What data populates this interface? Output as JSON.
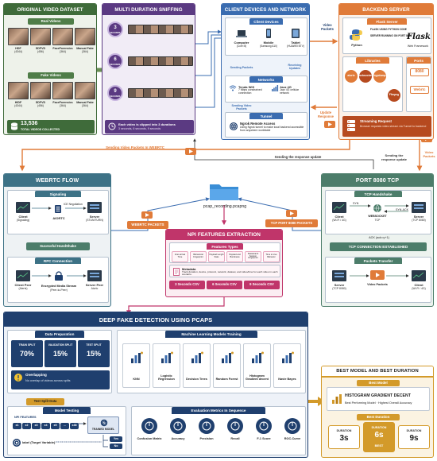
{
  "panels": {
    "dataset": {
      "title": "ORIGINAL VIDEO DATASET",
      "real_label": "Real Videos",
      "fake_label": "Fake Videos",
      "real_items": [
        {
          "name": "HDF",
          "count": "(4344)"
        },
        {
          "name": "SDFVD",
          "count": "(456)"
        },
        {
          "name": "FaceForensics",
          "count": "(364)"
        },
        {
          "name": "Manual Fake",
          "count": "(364)"
        }
      ],
      "fake_items": [
        {
          "name": "HIDF",
          "count": "(4344)"
        },
        {
          "name": "SDFVD",
          "count": "(456)"
        },
        {
          "name": "FaceForensics",
          "count": "(364)"
        },
        {
          "name": "Manual Fake",
          "count": "(364)"
        }
      ],
      "total_value": "13,536",
      "total_label": "TOTAL VIDEOS COLLECTED"
    },
    "sniffing": {
      "title": "MULTI DURATION SNIFFING",
      "durations": [
        {
          "num": "3",
          "unit": "SECONDS"
        },
        {
          "num": "6",
          "unit": "SECONDS"
        },
        {
          "num": "9",
          "unit": "SECONDS"
        }
      ],
      "note_line1": "Each video is clipped into 3 durations",
      "note_line2": "3 seconds, 6 seconds, 9 seconds"
    },
    "client": {
      "title": "CLIENT DEVICES AND NETWORK",
      "devices_title": "Client Devices",
      "devices": [
        {
          "name": "Computer",
          "detail": "(Core i5)"
        },
        {
          "name": "Mobile",
          "detail": "(Samsung A10)"
        },
        {
          "name": "Tablet",
          "detail": "(HUAWEI BTV)"
        }
      ],
      "sending_packets": "Sending Packets",
      "receiving_packets": "Receiving Updates",
      "networks_title": "Networks",
      "wifi_name": "Tenda Wifi",
      "wifi_detail": "7 Mbps constrained connection",
      "jazz_name": "Jazz 4G",
      "jazz_detail": "Jazz 4G cellular network",
      "sending_video": "Sending Video Packets",
      "receiving_video": "Sending Video Packets",
      "tunnel_title": "Tunnel",
      "ngrok_title": "Ngrok Remote Access",
      "ngrok_detail": "Using Ngrok tunnel to make local backend accessible from anywhere worldwide"
    },
    "backend": {
      "title": "BACKEND SERVER",
      "flask_title": "Flask Server",
      "flask_line1": "FLASK USING PYTHON CODE",
      "flask_line2": "SERVER RUNNING ON PORT 8080",
      "python_label": "Python",
      "web_label": "Web Framework",
      "libraries_title": "Libraries",
      "libraries": [
        "aiortc",
        "websocket",
        "bypdump",
        "Ffmpeg"
      ],
      "ports_title": "Ports",
      "port_value": "8080",
      "webrtc_label": "Webrtc",
      "streaming_title": "Streaming Request",
      "streaming_detail": "Browser requests video stream via Tunnel to backend"
    },
    "webrtc": {
      "title": "WEBRTC FLOW",
      "signaling_title": "Signaling",
      "client_label": "Client",
      "client_detail": "(Signaling)",
      "server_label": "Server",
      "server_detail": "(STUN/TURN)",
      "ice_label": "ICE Negotiation",
      "aiortc_label": "AIORTC",
      "handshake_label": "Sucessful HandShake",
      "rpc_title": "RPC Connection",
      "client_peer": "Client Peer",
      "client_peer_detail": "(Alerts)",
      "server_peer": "Server Peer",
      "server_peer_detail": "Aiortc",
      "stream_label": "Encrypted Media Stream",
      "stream_detail": "(Peer-to-Peer)"
    },
    "pcap": {
      "file_label": "pcap_recording.pcapng",
      "webrtc_packets": "WEBRTC PACKETS",
      "tcp_packets": "TCP PORT 8080 PACKETS"
    },
    "npi": {
      "title": "NPI FEATURES EXTRACTION",
      "types_title": "Features Types",
      "types": [
        "Inter-arrival Time",
        "Behavioral Fingerprint",
        "Payload Length Stats",
        "Payload and Burstiness",
        "Statistical & Session Fingerprint",
        "Time to Live Behavior"
      ],
      "metadata_title": "Metadata",
      "metadata_detail": "Track duration, device, protocol, network, dataset, and video/time for each video in each scenario.",
      "csv": [
        "3 Seconds CSV",
        "6 Seconds CSV",
        "9 Seconds CSV"
      ],
      "csv_icon": "CSV"
    },
    "tcp": {
      "title": "PORT 8080 TCP",
      "handshake_title": "TCP Handshake",
      "client_label": "Client",
      "client_detail": "(Wi-Fi / 4G)",
      "socket_label": "WEBSOCKET",
      "socket_detail": "TCP",
      "server_label": "Server",
      "server_detail": "(TCP 8080)",
      "syn": "SYN",
      "synack": "SYN-ACK",
      "ack": "ACK (ack=y+1)",
      "established": "TCP CONNECTION ESTABLISHED",
      "transfer_title": "Packets Transfer",
      "transfer_server": "Server",
      "transfer_server_detail": "(TCP 8080)",
      "video_packets": "Video Packets",
      "transfer_client": "Client",
      "transfer_client_detail": "(Wi-Fi / 4G)"
    },
    "deepfake": {
      "title": "DEEP FAKE DETECTION USING PCAPS",
      "prep_title": "Data Preparation",
      "splits": [
        {
          "label": "TRAIN SPLIT",
          "value": "70%"
        },
        {
          "label": "VALIDATION SPLIT",
          "value": "15%"
        },
        {
          "label": "TEST SPLIT",
          "value": "15%"
        }
      ],
      "overlap_title": "Overlapping",
      "overlap_detail": "No overlap of videos across splits",
      "test_split": "Test Split Data",
      "testing_title": "Model Testing",
      "features_title": "NPI FEATURES",
      "features": [
        "x1",
        "x2",
        "x3",
        "x4",
        "x5",
        "...",
        "x48"
      ],
      "trained_model": "TRAINED MODEL",
      "target_label": "label (Target Variable)",
      "yes_label": "Yes",
      "no_label": "No",
      "ml_title": "Machine Learning Models Training",
      "models": [
        "KNN",
        "Logistic Regression",
        "Decision Trees",
        "Random Forest",
        "Histogram Gradient decent",
        "Navie Bayes"
      ],
      "eval_title": "Evaluation Metrics In Sequence",
      "metrics": [
        "Confusion Matrix",
        "Accuracy",
        "Precision",
        "Recall",
        "F-1 Score",
        "ROC-Curve"
      ]
    },
    "best": {
      "title": "BEST MODEL AND BEST DURATION",
      "best_model_title": "Best Model",
      "best_model_name": "HISTOGRAM GRADIENT DECENT",
      "best_model_detail": "Best Performing Model · Highest Overall Accuracy",
      "duration_title": "Best Duration",
      "durations": [
        {
          "label": "DURATION",
          "value": "3s"
        },
        {
          "label": "DURATION",
          "value": "6s",
          "tag": "BEST"
        },
        {
          "label": "DURATION",
          "value": "9s"
        }
      ]
    }
  },
  "arrows": {
    "video_packets": "Video Packets",
    "update_response": "Update Response",
    "sending_webrtc": "Sending Video Packets In WEBRTC",
    "sending_response": "Sending the response update",
    "sending_response2": "Sending the response update",
    "video_packets2": "Video Packets"
  },
  "colors": {
    "green": "#3f6b3a",
    "purple": "#5b3a82",
    "blue": "#3a6cb0",
    "orange": "#e07b39",
    "teal": "#3d7286",
    "tealgreen": "#4c7d6a",
    "navy": "#1f3f6e",
    "pink": "#c0356a",
    "gold": "#d39a2a"
  }
}
